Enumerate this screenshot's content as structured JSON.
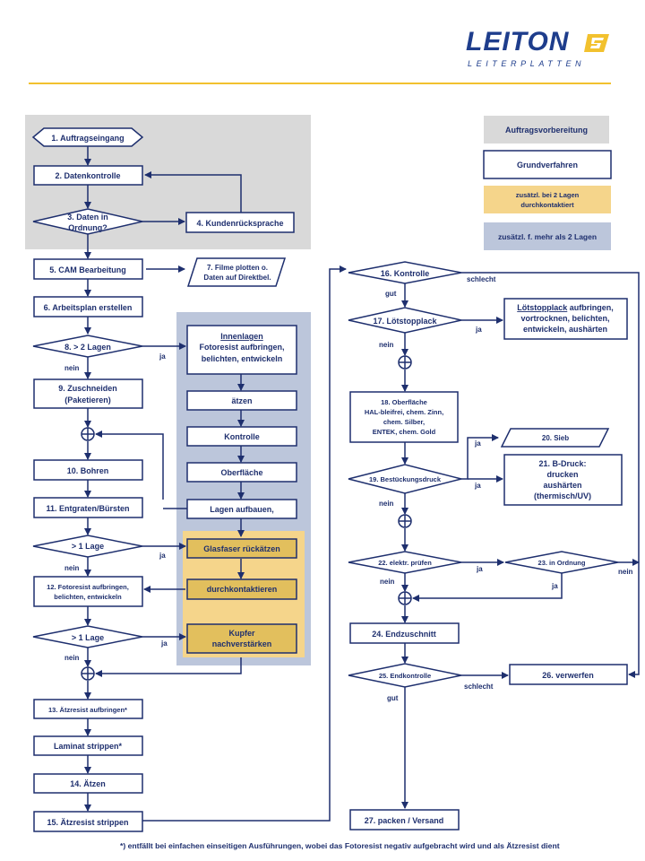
{
  "header": {
    "logo_name": "LEITON",
    "logo_tagline": "LEITERPLATTEN"
  },
  "legend": {
    "order_prep": "Auftragsvorbereitung",
    "basic_process": "Grundverfahren",
    "extra_2_layers_line1": "zusätzl. bei  2 Lagen",
    "extra_2_layers_line2": "durchkontaktiert",
    "extra_more_2_layers": "zusätzl. f. mehr als 2 Lagen"
  },
  "steps": {
    "s1": "1. Auftragseingang",
    "s2": "2. Datenkontrolle",
    "s3_line1": "3. Daten in",
    "s3_line2": "Ordnung?",
    "s4": "4. Kundenrücksprache",
    "s5": "5. CAM Bearbeitung",
    "s6": "6. Arbeitsplan erstellen",
    "s7_line1": "7. Filme plotten o.",
    "s7_line2": "Daten auf Direktbel.",
    "s8": "8. > 2 Lagen",
    "s9_line1": "9. Zuschneiden",
    "s9_line2": "(Paketieren)",
    "s10": "10. Bohren",
    "s11": "11. Entgraten/Bürsten",
    "d_1lage_a": "> 1 Lage",
    "s12_line1": "12. Fotoresist aufbringen,",
    "s12_line2": "belichten,  entwickeln",
    "d_1lage_b": "> 1 Lage",
    "s13": "13. Ätzresist aufbringen*",
    "s_laminat": "Laminat strippen*",
    "s14": "14. Ätzen",
    "s15": "15. Ätzresist strippen",
    "inner_title": "Innenlagen",
    "inner_line1": "Fotoresist aufbringen,",
    "inner_line2": "belichten,  entwickeln",
    "inner_etch": "ätzen",
    "inner_check": "Kontrolle",
    "inner_surface": "Oberfläche",
    "inner_build": "Lagen aufbauen,",
    "glass": "Glasfaser rückätzen",
    "plating": "durchkontaktieren",
    "copper_line1": "Kupfer",
    "copper_line2": "nachverstärken",
    "s16": "16. Kontrolle",
    "s17": "17. Lötstopplack",
    "solder_title": "Lötstopplack",
    "solder_line1_rest": " aufbringen,",
    "solder_line2": "vortrocknen, belichten,",
    "solder_line3": "entwickeln, aushärten",
    "s18_line1": "18. Oberfläche",
    "s18_line2": "HAL-bleifrei,  chem. Zinn,",
    "s18_line3": "chem. Silber,",
    "s18_line4": "ENTEK, chem. Gold",
    "s19": "19. Bestückungsdruck",
    "s20": "20. Sieb",
    "s21_line1": "21. B-Druck:",
    "s21_line2": "drucken",
    "s21_line3": "aushärten",
    "s21_line4": "(thermisch/UV)",
    "s22": "22. elektr. prüfen",
    "s23": "23. in Ordnung",
    "s24": "24. Endzuschnitt",
    "s25": "25. Endkontrolle",
    "s26": "26. verwerfen",
    "s27": "27. packen / Versand"
  },
  "labels": {
    "ja": "ja",
    "nein": "nein",
    "gut": "gut",
    "schlecht": "schlecht"
  },
  "footnote": "*) entfällt bei einfachen einseitigen Ausführungen, wobei das Fotoresist negativ aufgebracht wird und als Ätzresist dient",
  "colors": {
    "navy": "#1e2f6e",
    "gray_zone": "#d9d9d9",
    "blue_zone": "#bcc6db",
    "yellow_zone": "#f5d58b",
    "yellow_box": "#e2bf5d",
    "gold_line": "#f2c12e"
  }
}
